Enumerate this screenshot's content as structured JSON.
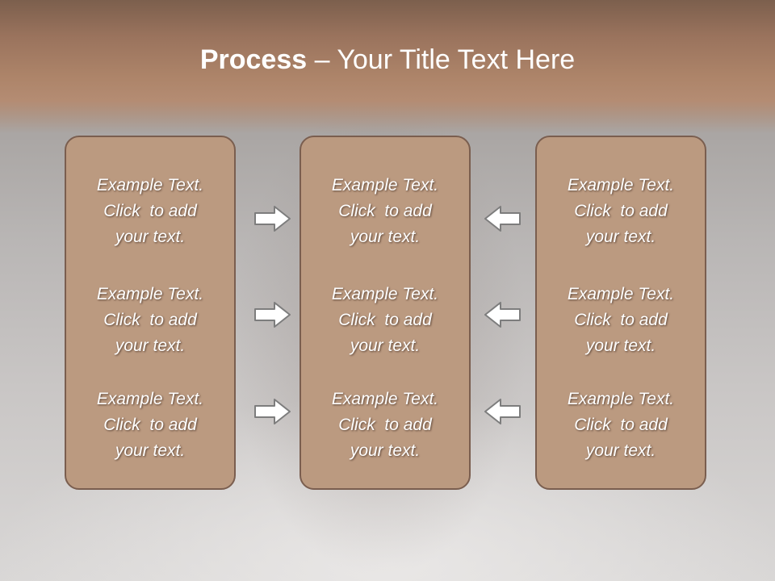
{
  "slide": {
    "title_bold": "Process",
    "title_rest": " – Your Title Text Here",
    "columns": [
      {
        "items": [
          {
            "line1": "Example Text.",
            "line2": "Click  to add",
            "line3": "your text."
          },
          {
            "line1": "Example Text.",
            "line2": "Click  to add",
            "line3": "your text."
          },
          {
            "line1": "Example Text.",
            "line2": "Click  to add",
            "line3": "your text."
          }
        ]
      },
      {
        "items": [
          {
            "line1": "Example Text.",
            "line2": "Click  to add",
            "line3": "your text."
          },
          {
            "line1": "Example Text.",
            "line2": "Click  to add",
            "line3": "your text."
          },
          {
            "line1": "Example Text.",
            "line2": "Click  to add",
            "line3": "your text."
          }
        ]
      },
      {
        "items": [
          {
            "line1": "Example Text.",
            "line2": "Click  to add",
            "line3": "your text."
          },
          {
            "line1": "Example Text.",
            "line2": "Click  to add",
            "line3": "your text."
          },
          {
            "line1": "Example Text.",
            "line2": "Click  to add",
            "line3": "your text."
          }
        ]
      }
    ],
    "arrows": {
      "left_group": "right-arrow-icon",
      "right_group": "left-arrow-icon"
    },
    "colors": {
      "panel_fill": "#bb9a80",
      "panel_border": "#7a5e4f",
      "header_band": "#ad8469",
      "text": "#ffffff"
    }
  }
}
